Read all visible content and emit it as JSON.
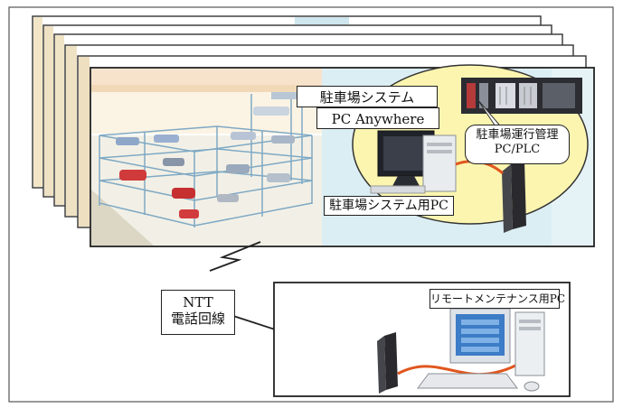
{
  "labels": {
    "parking_system": "駐車場システム",
    "pc_anywhere": "PC Anywhere",
    "ops_line1": "駐車場運行管理",
    "ops_line2": "PC/PLC",
    "system_pc": "駐車場システム用PC",
    "ntt_line1": "NTT",
    "ntt_line2": "電話回線",
    "remote_pc": "リモートメンテナンス用PC"
  },
  "icons": [
    "parking-structure-illustration",
    "desktop-pc-icon",
    "modem-icon",
    "plc-rack-icon",
    "lightning-line-icon"
  ],
  "colors": {
    "frame_border": "#333333",
    "ellipse_fill": "#fbf5b0",
    "cable": "#e0561e",
    "background_blue": "#dbeef3"
  }
}
